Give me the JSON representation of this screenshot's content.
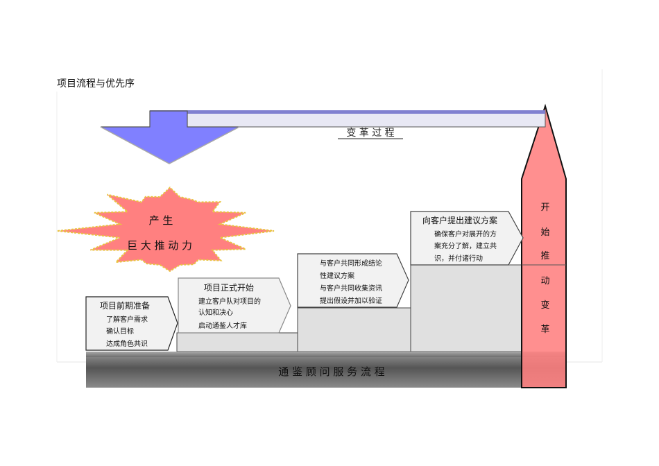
{
  "page": {
    "title": "项目流程与优先序"
  },
  "banner": {
    "label": "变 革 过 程"
  },
  "burst": {
    "line1": "产  生",
    "line2": "巨 大 推 动 力"
  },
  "base_bar": {
    "label": "通    鉴    顾    问    服    务    流    程"
  },
  "steps": [
    {
      "title": "项目前期准备",
      "lines": [
        "了解客户需求",
        "确认目标",
        "达成角色共识"
      ]
    },
    {
      "title": "项目正式开始",
      "lines": [
        "建立客户队对项目的",
        "认知和决心",
        "启动通鉴人才库"
      ]
    },
    {
      "title": "",
      "lines": [
        "与客户共同形成结论",
        "性建议方案",
        "与客户共同收集资讯",
        "提出假设并加以验证"
      ]
    },
    {
      "title": "向客户提出建议方案",
      "lines": [
        "确保客户对展开的方",
        "案充分了解，建立共",
        "识，并付诸行动"
      ]
    }
  ],
  "tower": {
    "chars": [
      "开",
      "始",
      "推",
      "动",
      "变",
      "革"
    ]
  },
  "colors": {
    "arrow_fill": "#8080ff",
    "burst_fill": "#ff8080",
    "burst_stroke": "#e8c440",
    "tower_fill": "#ff8080",
    "block_fill": "#e0e0e0",
    "box_fill": "#f2f2f2"
  }
}
